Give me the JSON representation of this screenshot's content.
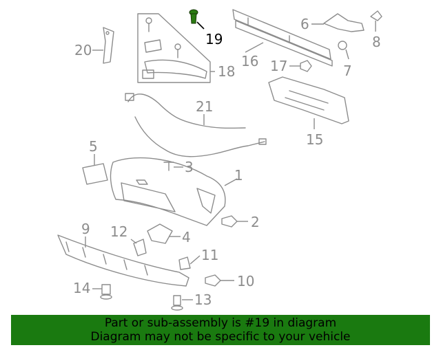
{
  "labels": {
    "p1": "1",
    "p2": "2",
    "p3": "3",
    "p4": "4",
    "p5": "5",
    "p6": "6",
    "p7": "7",
    "p8": "8",
    "p9": "9",
    "p10": "10",
    "p11": "11",
    "p12": "12",
    "p13": "13",
    "p14": "14",
    "p15": "15",
    "p16": "16",
    "p17": "17",
    "p18": "18",
    "p19": "19",
    "p20": "20",
    "p21": "21"
  },
  "highlight": {
    "part": "19",
    "color": "#2a7a12"
  },
  "banner": {
    "line1": "Part or sub-assembly is #19 in diagram",
    "line2": "Diagram may not be specific to your vehicle",
    "background": "#1a7a10"
  }
}
